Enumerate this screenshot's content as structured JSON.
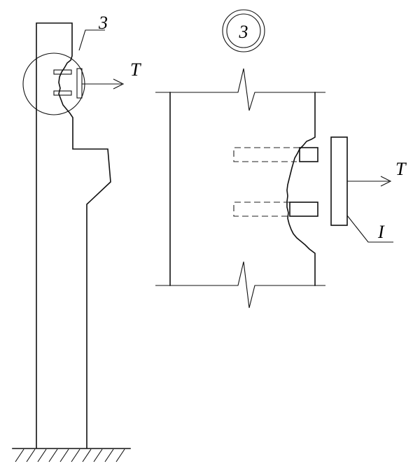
{
  "labels": {
    "detail_callout": "3",
    "detail_title": "3",
    "force_left": "T",
    "force_right": "T",
    "plate_marker": "I"
  },
  "colors": {
    "line": "#111111",
    "background": "#ffffff"
  }
}
